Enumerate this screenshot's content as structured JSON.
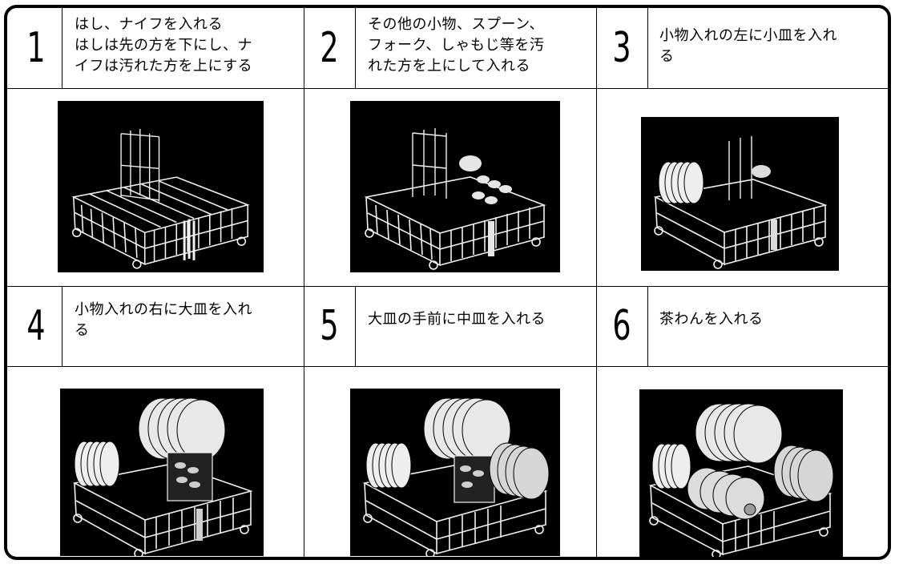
{
  "steps": [
    {
      "number": "1",
      "lines": [
        "はし、ナイフを入れる",
        "はしは先の方を下にし、ナ",
        "イフは汚れた方を上にする"
      ]
    },
    {
      "number": "2",
      "lines": [
        "その他の小物、スプーン、",
        "フォーク、しゃもじ等を汚",
        "れた方を上にして入れる"
      ]
    },
    {
      "number": "3",
      "lines": [
        "小物入れの左に小皿を入れ",
        "る"
      ]
    },
    {
      "number": "4",
      "lines": [
        "小物入れの右に大皿を入れ",
        "る"
      ]
    },
    {
      "number": "5",
      "lines": [
        "大皿の手前に中皿を入れる"
      ]
    },
    {
      "number": "6",
      "lines": [
        "茶わんを入れる"
      ]
    }
  ],
  "colors": {
    "ink": "#000000",
    "paper": "#ffffff",
    "wire": "#f2f2f2"
  },
  "photos": [
    {
      "step": "1",
      "contents": [
        "basket-icon",
        "utensil-holder-icon",
        "chopsticks-icon"
      ]
    },
    {
      "step": "2",
      "contents": [
        "basket-icon",
        "utensil-holder-icon",
        "spoons-icon"
      ]
    },
    {
      "step": "3",
      "contents": [
        "basket-icon",
        "utensil-holder-icon",
        "small-plates-icon"
      ]
    },
    {
      "step": "4",
      "contents": [
        "basket-icon",
        "utensil-holder-icon",
        "small-plates-icon",
        "large-plates-icon"
      ]
    },
    {
      "step": "5",
      "contents": [
        "basket-icon",
        "utensil-holder-icon",
        "small-plates-icon",
        "large-plates-icon",
        "medium-plates-icon"
      ]
    },
    {
      "step": "6",
      "contents": [
        "basket-icon",
        "small-plates-icon",
        "large-plates-icon",
        "medium-plates-icon",
        "bowls-icon"
      ]
    }
  ]
}
